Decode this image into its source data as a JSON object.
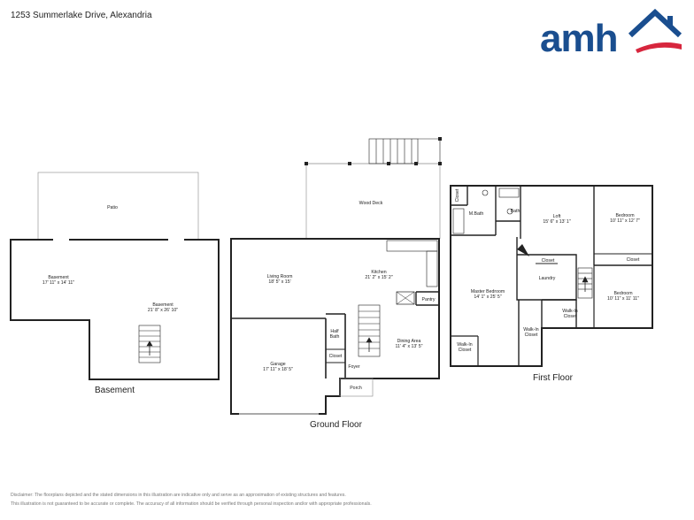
{
  "header": {
    "address": "1253 Summerlake Drive, Alexandria",
    "logo_text": "amh",
    "brand_colors": {
      "blue": "#1a4e8f",
      "red": "#d7263d"
    }
  },
  "floors": {
    "basement": {
      "label": "Basement",
      "rooms": {
        "patio": {
          "name": "Patio",
          "dims": ""
        },
        "basement_left": {
          "name": "Basement",
          "dims": "17' 11\" x 14' 11\""
        },
        "basement_right": {
          "name": "Basement",
          "dims": "21' 8\" x 26' 10\""
        }
      }
    },
    "ground": {
      "label": "Ground Floor",
      "rooms": {
        "wood_deck": {
          "name": "Wood Deck",
          "dims": ""
        },
        "living_room": {
          "name": "Living Room",
          "dims": "18' 5\" x 15'"
        },
        "kitchen": {
          "name": "Kitchen",
          "dims": "21' 2\" x 15' 2\""
        },
        "pantry": {
          "name": "Pantry",
          "dims": ""
        },
        "half_bath_1": {
          "name": "Half",
          "dims": ""
        },
        "half_bath_2": {
          "name": "Bath",
          "dims": ""
        },
        "dining_area": {
          "name": "Dining Area",
          "dims": "11' 4\" x 13' 5\""
        },
        "closet": {
          "name": "Closet",
          "dims": ""
        },
        "foyer": {
          "name": "Foyer",
          "dims": ""
        },
        "garage": {
          "name": "Garage",
          "dims": "17' 11\" x 18' 5\""
        },
        "porch": {
          "name": "Porch",
          "dims": ""
        }
      }
    },
    "first": {
      "label": "First Floor",
      "rooms": {
        "closet_top": {
          "name": "Closet",
          "dims": ""
        },
        "m_bath": {
          "name": "M.Bath",
          "dims": ""
        },
        "bath": {
          "name": "Bath",
          "dims": ""
        },
        "loft": {
          "name": "Loft",
          "dims": "15' 6\" x 13' 1\""
        },
        "bedroom_1": {
          "name": "Bedroom",
          "dims": "10' 11\" x 12' 7\""
        },
        "closet_loft": {
          "name": "Closet",
          "dims": ""
        },
        "closet_bed": {
          "name": "Closet",
          "dims": ""
        },
        "laundry": {
          "name": "Laundry",
          "dims": ""
        },
        "master_bedroom": {
          "name": "Master Bedroom",
          "dims": "14' 1\" x 25' 5\""
        },
        "bedroom_2": {
          "name": "Bedroom",
          "dims": "10' 11\" x 11' 11\""
        },
        "walkin_closet_1a": {
          "name": "Walk-In",
          "dims": ""
        },
        "walkin_closet_1b": {
          "name": "Closet",
          "dims": ""
        },
        "walkin_closet_2a": {
          "name": "Walk-In",
          "dims": ""
        },
        "walkin_closet_2b": {
          "name": "Closet",
          "dims": ""
        },
        "walkin_closet_3a": {
          "name": "Walk-In",
          "dims": ""
        },
        "walkin_closet_3b": {
          "name": "Closet",
          "dims": ""
        }
      }
    }
  },
  "disclaimer": {
    "line1": "Disclaimer: The floorplans depicted and the stated dimensions in this illustration are indicative only and serve as an approximation of existing structures and features.",
    "line2": "This illustration is not guaranteed to be accurate or complete. The accuracy of all information should be verified through personal inspection and/or with appropriate professionals."
  }
}
